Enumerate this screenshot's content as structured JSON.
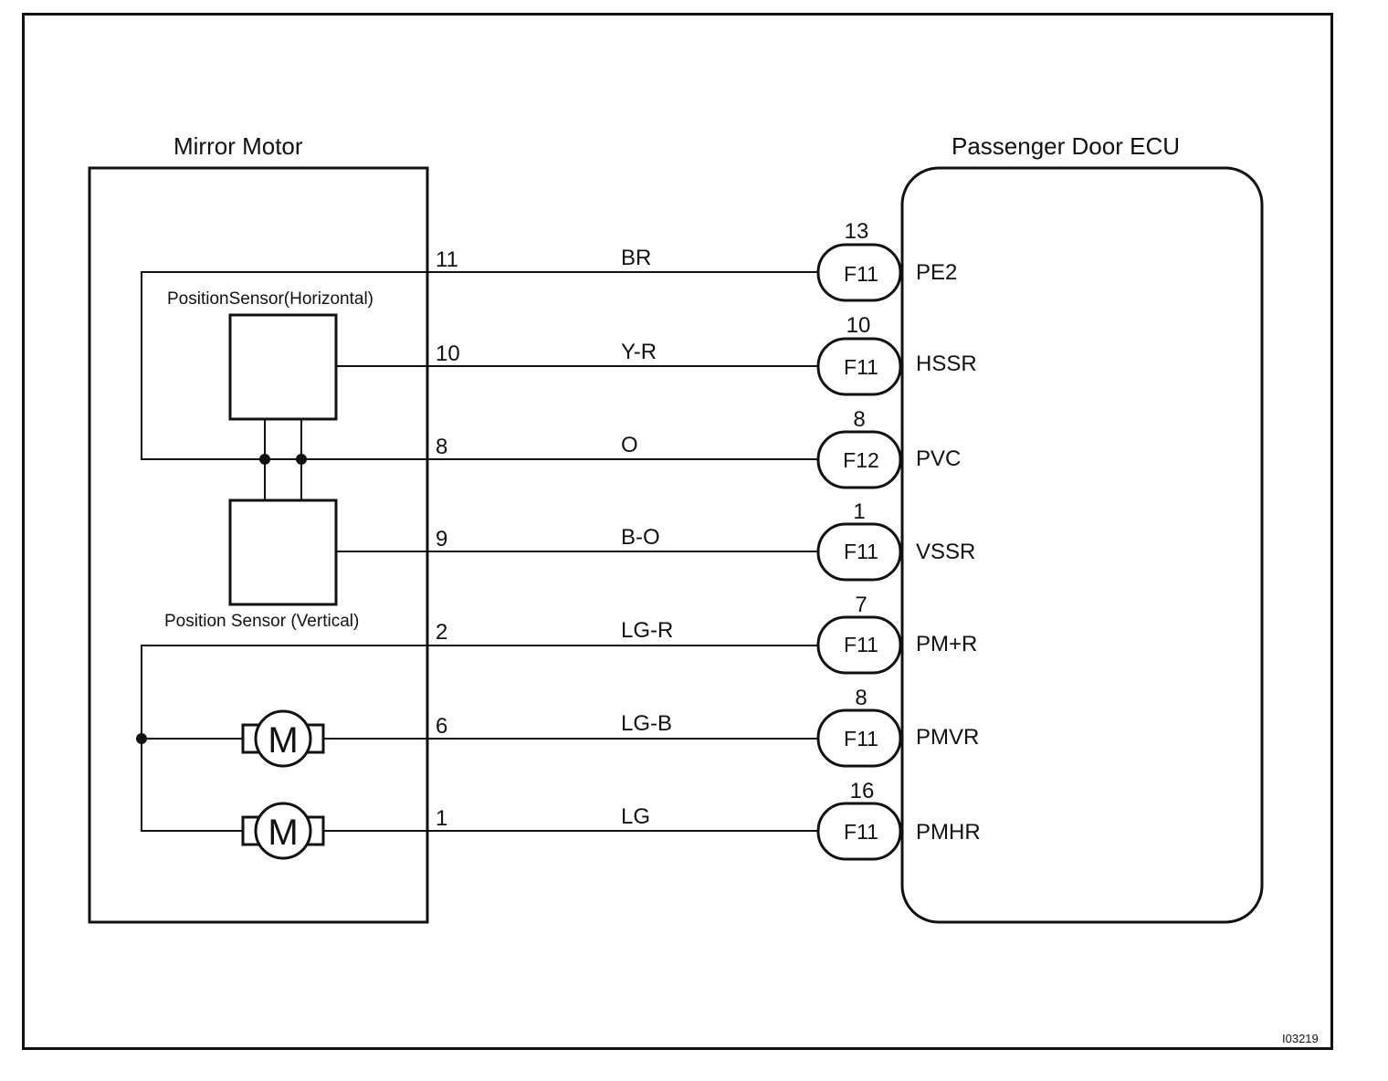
{
  "diagram": {
    "left_component": "Mirror Motor",
    "right_component": "Passenger Door ECU",
    "sensor_horizontal_label": "PositionSensor(Horizontal)",
    "sensor_vertical_label": "Position Sensor (Vertical)",
    "motor_symbol": "M",
    "reference_code": "I03219",
    "wires": [
      {
        "pin": "11",
        "color": "BR",
        "connector": "F11",
        "ecu_pin": "13",
        "signal": "PE2"
      },
      {
        "pin": "10",
        "color": "Y-R",
        "connector": "F11",
        "ecu_pin": "10",
        "signal": "HSSR"
      },
      {
        "pin": "8",
        "color": "O",
        "connector": "F12",
        "ecu_pin": "8",
        "signal": "PVC"
      },
      {
        "pin": "9",
        "color": "B-O",
        "connector": "F11",
        "ecu_pin": "1",
        "signal": "VSSR"
      },
      {
        "pin": "2",
        "color": "LG-R",
        "connector": "F11",
        "ecu_pin": "7",
        "signal": "PM+R"
      },
      {
        "pin": "6",
        "color": "LG-B",
        "connector": "F11",
        "ecu_pin": "8",
        "signal": "PMVR"
      },
      {
        "pin": "1",
        "color": "LG",
        "connector": "F11",
        "ecu_pin": "16",
        "signal": "PMHR"
      }
    ]
  }
}
